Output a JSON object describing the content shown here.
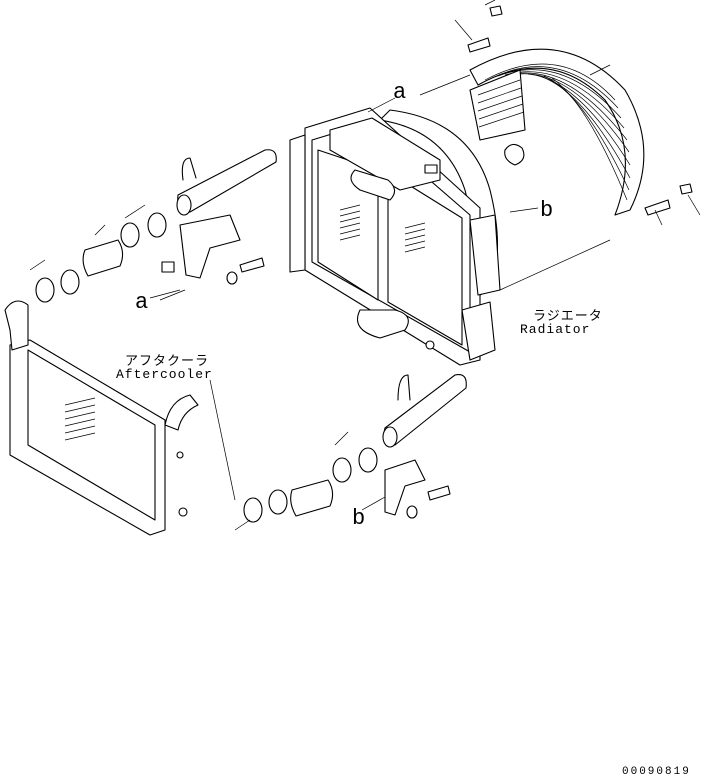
{
  "labels": {
    "radiator_jp": "ラジエータ",
    "radiator_en": "Radiator",
    "aftercooler_jp": "アフタクーラ",
    "aftercooler_en": "Aftercooler",
    "callout_a_top": "a",
    "callout_b_top": "b",
    "callout_a_left": "a",
    "callout_b_bottom": "b"
  },
  "drawing_number": "00090819"
}
